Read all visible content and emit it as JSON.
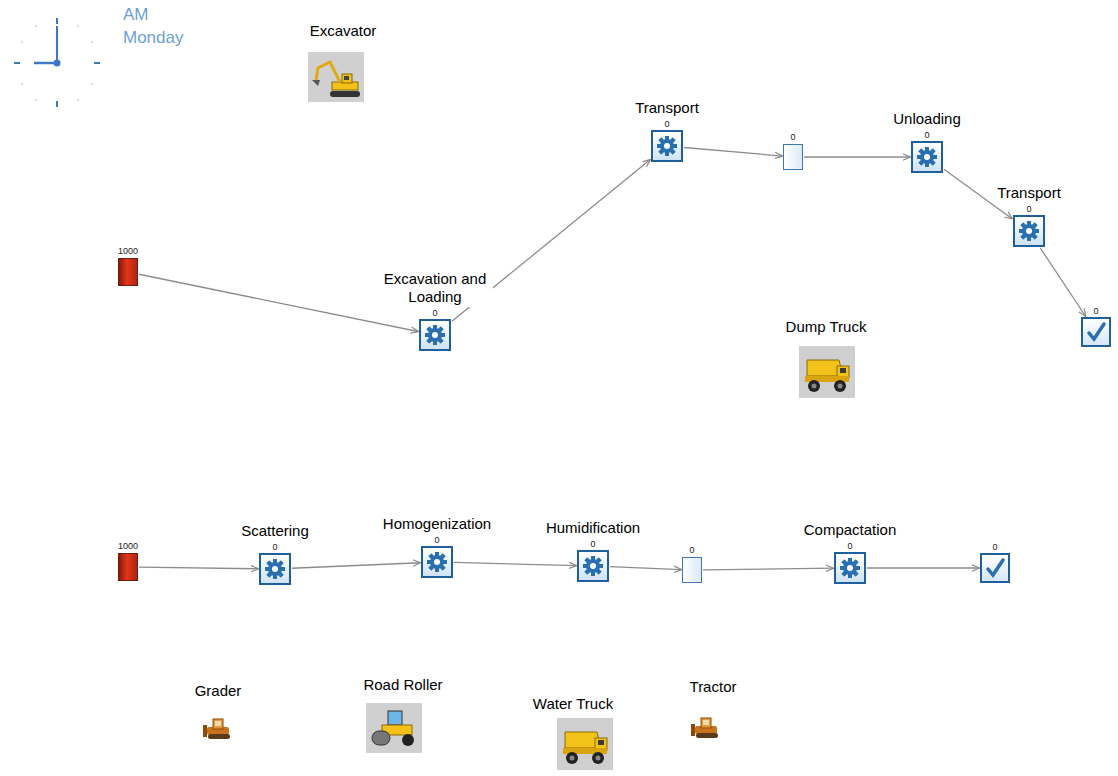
{
  "diagram": {
    "nodes": [
      {
        "text": [
          "1000"
        ]
      },
      {
        "text": [
          "Excavation and Loading",
          "0"
        ]
      },
      {
        "text": [
          "Transport",
          "0"
        ]
      },
      {
        "text": [
          "0"
        ]
      },
      {
        "text": [
          "Unloading",
          "0"
        ]
      },
      {
        "text": [
          "Transport",
          "0"
        ]
      },
      {
        "text": [
          "0"
        ]
      },
      {
        "text": [
          "1000"
        ]
      },
      {
        "text": [
          "Scattering",
          "0"
        ]
      },
      {
        "text": [
          "Homogenization",
          "0"
        ]
      },
      {
        "text": [
          "Humidification",
          "0"
        ]
      },
      {
        "text": [
          "0"
        ]
      },
      {
        "text": [
          "Compactation",
          "0"
        ]
      },
      {
        "text": [
          "0"
        ]
      }
    ],
    "edges": [
      {
        "from": 0,
        "to": 1,
        "arrow": "to"
      },
      {
        "from": 1,
        "to": 2,
        "arrow": "to"
      },
      {
        "from": 2,
        "to": 3,
        "arrow": "to"
      },
      {
        "from": 3,
        "to": 4,
        "arrow": "to"
      },
      {
        "from": 4,
        "to": 5,
        "arrow": "to"
      },
      {
        "from": 5,
        "to": 6,
        "arrow": "to"
      },
      {
        "from": 7,
        "to": 8,
        "arrow": "to"
      },
      {
        "from": 8,
        "to": 9,
        "arrow": "to"
      },
      {
        "from": 9,
        "to": 10,
        "arrow": "to"
      },
      {
        "from": 10,
        "to": 11,
        "arrow": "to"
      },
      {
        "from": 11,
        "to": 12,
        "arrow": "to"
      },
      {
        "from": 12,
        "to": 13,
        "arrow": "to"
      }
    ],
    "labels": [
      "AM",
      "Monday",
      "Excavator",
      "Dump Truck",
      "Grader",
      "Road Roller",
      "Water Truck",
      "Tractor"
    ]
  }
}
